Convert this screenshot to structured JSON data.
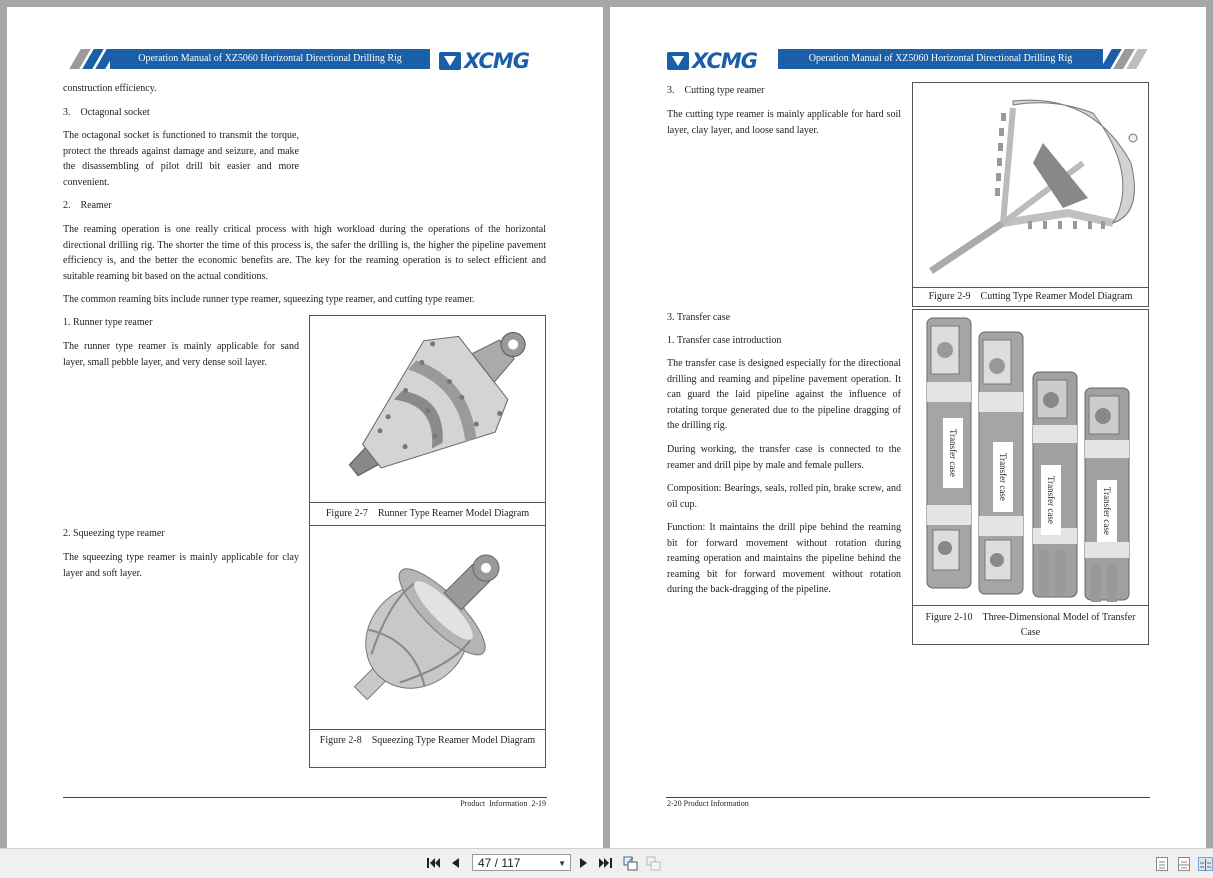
{
  "viewer": {
    "page_indicator": "47 / 117",
    "toolbar": {
      "first_page": "first-page",
      "prev_page": "previous-page",
      "next_page": "next-page",
      "last_page": "last-page",
      "fit_page": "fit-page",
      "fit_width": "fit-width",
      "view_single": "single-page-view",
      "view_continuous": "continuous-view",
      "view_facing": "facing-pages-view"
    }
  },
  "header_title": "Operation Manual of XZ5060 Horizontal Directional Drilling Rig",
  "brand": "XCMG",
  "left_page": {
    "para_continued": "construction efficiency.",
    "h_octagonal": "3.    Octagonal socket",
    "octagonal_body": "The octagonal socket is functioned to transmit the torque, protect the threads against damage and seizure, and make the disassembling of pilot drill bit easier and more convenient.",
    "h_reamer": "2.    Reamer",
    "reamer_body": "The reaming operation is one really critical process with high workload during the operations of the horizontal directional drilling rig. The shorter the time of this process is, the safer the drilling is, the higher the pipeline pavement efficiency is, and the better the economic benefits are. The key for the reaming operation is to select efficient and suitable reaming bit based on the actual conditions.",
    "common_bits": "The common reaming bits include runner type reamer, squeezing type reamer, and cutting type reamer.",
    "h_runner": "1. Runner type reamer",
    "runner_body": "The runner type reamer is mainly applicable for sand layer, small pebble layer, and very dense soil layer.",
    "fig_2_7_caption": "Figure 2-7    Runner Type Reamer Model Diagram",
    "h_squeezing": "2. Squeezing type reamer",
    "squeezing_body": "The squeezing type reamer is mainly applicable for clay layer and soft layer.",
    "fig_2_8_caption": "Figure 2-8    Squeezing Type Reamer Model Diagram",
    "footer": "Product  Information  2-19"
  },
  "right_page": {
    "h_cutting": "3.    Cutting type reamer",
    "cutting_body": "The cutting type reamer is mainly applicable for hard soil layer, clay layer, and loose sand layer.",
    "fig_2_9_caption": "Figure 2-9    Cutting Type Reamer Model Diagram",
    "h_transfer": "3. Transfer case",
    "h_transfer_intro": "1. Transfer case introduction",
    "transfer_body": "The transfer case is designed especially for the directional drilling and reaming and pipeline pavement operation. It can guard the laid pipeline against the influence of rotating torque generated due to the pipeline dragging of the drilling rig.",
    "working_body": "During working, the transfer case is connected to the reamer and drill pipe by male and female pullers.",
    "composition_body": "Composition: Bearings, seals, rolled pin, brake screw, and oil cup.",
    "function_body": "Function: It maintains the drill pipe behind the reaming bit for forward movement without rotation during reaming operation and maintains the pipeline behind the reaming bit for forward movement without rotation during the back-dragging of the pipeline.",
    "transfer_label": "Transfer case",
    "fig_2_10_caption": "Figure 2-10    Three-Dimensional Model of Transfer Case",
    "footer": "2-20 Product Information"
  },
  "colors": {
    "brand_blue": "#1b5fa8",
    "background": "#a6a6a6",
    "toolbar": "#f0f0f0"
  }
}
